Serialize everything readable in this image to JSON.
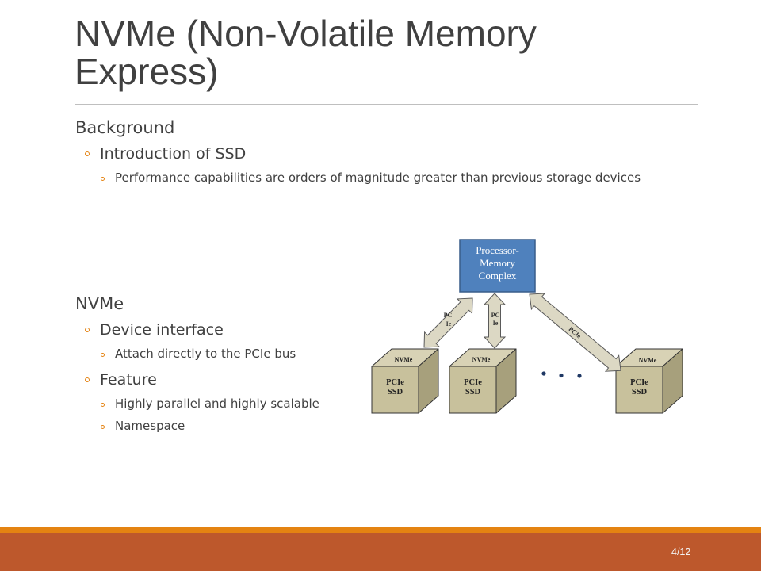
{
  "slide": {
    "title": "NVMe (Non-Volatile Memory Express)",
    "page_number": "4/12"
  },
  "sections": [
    {
      "heading": "Background",
      "items": [
        {
          "text": "Introduction of SSD",
          "subitems": [
            "Performance capabilities are orders of magnitude greater than previous storage devices"
          ]
        }
      ]
    },
    {
      "heading": "NVMe",
      "items": [
        {
          "text": "Device interface",
          "subitems": [
            "Attach directly to the PCIe bus"
          ]
        },
        {
          "text": "Feature",
          "subitems": [
            "Highly parallel and highly scalable",
            "Namespace"
          ]
        }
      ]
    }
  ],
  "diagram": {
    "host": {
      "label_lines": [
        "Processor-",
        "Memory",
        "Complex"
      ]
    },
    "devices": [
      {
        "top_label": "NVMe",
        "front_lines": [
          "PCIe",
          "SSD"
        ]
      },
      {
        "top_label": "NVMe",
        "front_lines": [
          "PCIe",
          "SSD"
        ]
      },
      {
        "top_label": "NVMe",
        "front_lines": [
          "PCIe",
          "SSD"
        ]
      }
    ],
    "links": [
      {
        "label_lines": [
          "PC",
          "Ie"
        ]
      },
      {
        "label_lines": [
          "PC",
          "Ie"
        ]
      },
      {
        "label_lines": [
          "PCIe"
        ]
      }
    ]
  },
  "icons": {
    "list_bullet": "hollow-circle-bullet-icon",
    "more_devices": "ellipsis-dots-icon"
  },
  "colors": {
    "text": "#404040",
    "accent": "#e48312",
    "footer_band": "#bd582c",
    "divider": "#bfbfbf",
    "page_number": "#f2f2f2",
    "host_box": "#4f81bd",
    "host_label": "#ffffff",
    "ssd_front": "#c8c19c",
    "ssd_top": "#d8d2b5",
    "ssd_side": "#a7a07c",
    "link_fill": "#dcd8c4",
    "ellipsis_dots": "#1f3864"
  }
}
